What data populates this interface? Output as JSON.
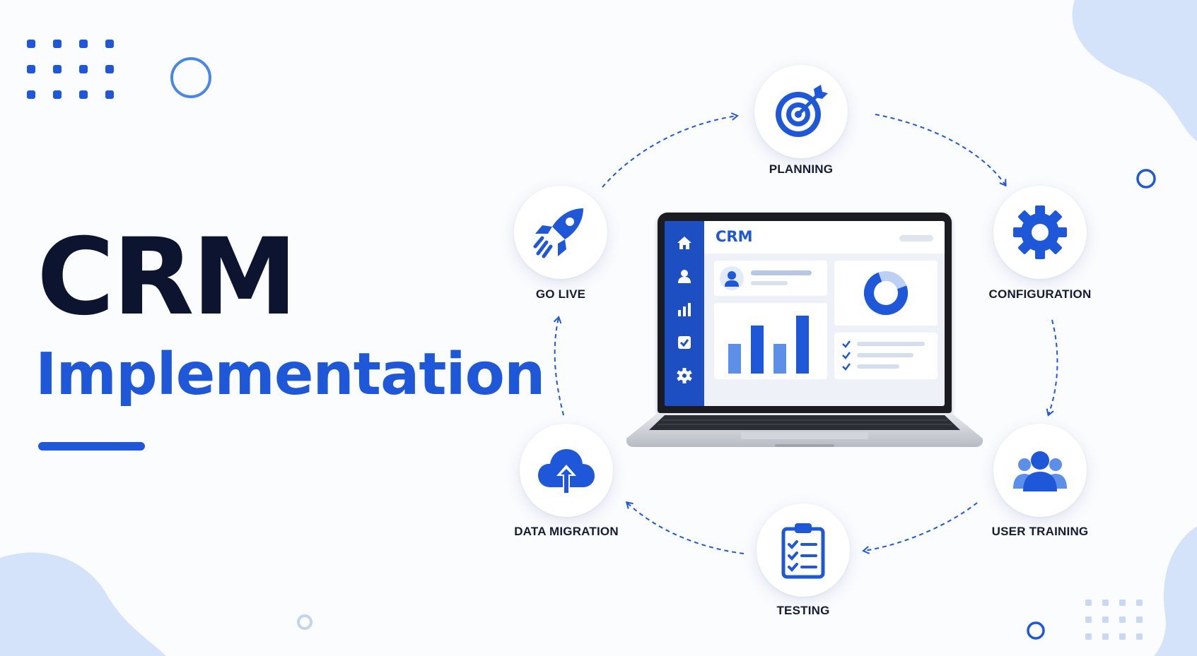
{
  "title": {
    "line1": "CRM",
    "line2": "Implementation"
  },
  "colors": {
    "primary": "#1e58d9",
    "dark": "#0d1430",
    "light": "#cfe0fa",
    "background": "#fbfcfe"
  },
  "steps": [
    {
      "label": "PLANNING",
      "icon": "target-icon"
    },
    {
      "label": "CONFIGURATION",
      "icon": "gear-icon"
    },
    {
      "label": "USER TRAINING",
      "icon": "users-icon"
    },
    {
      "label": "TESTING",
      "icon": "clipboard-checklist-icon"
    },
    {
      "label": "DATA MIGRATION",
      "icon": "cloud-upload-icon"
    },
    {
      "label": "GO LIVE",
      "icon": "rocket-icon"
    }
  ],
  "laptop": {
    "screen_title": "CRM",
    "sidebar_icons": [
      "home-icon",
      "user-icon",
      "bar-chart-icon",
      "checkbox-icon",
      "settings-icon"
    ]
  }
}
